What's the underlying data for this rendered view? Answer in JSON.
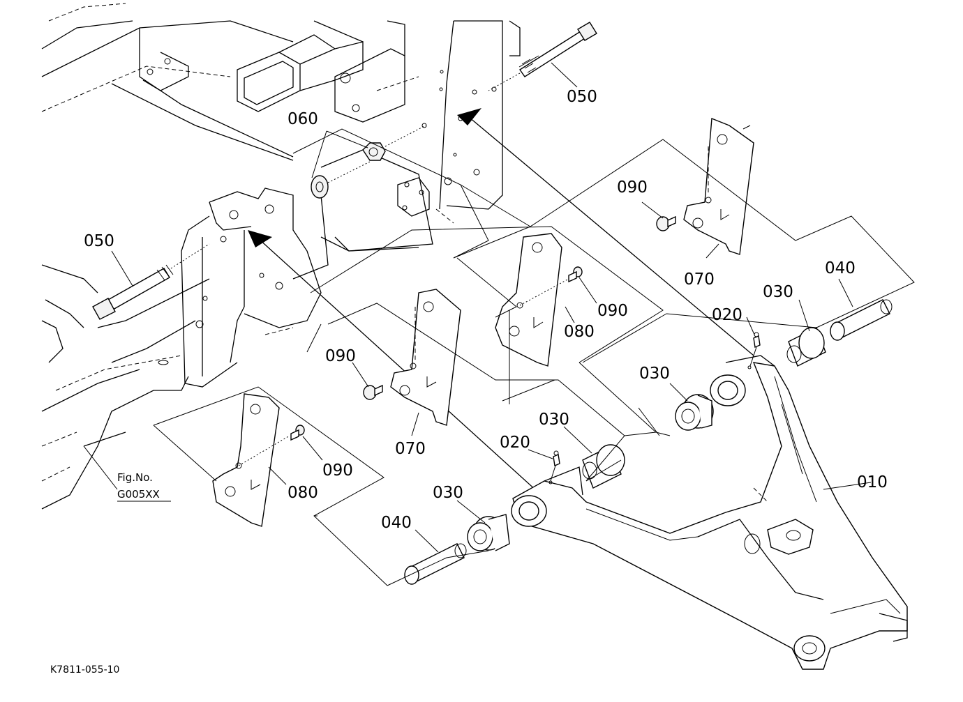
{
  "labels": {
    "p010": "010",
    "p020a": "020",
    "p020b": "020",
    "p030a": "030",
    "p030b": "030",
    "p030c": "030",
    "p030d": "030",
    "p040a": "040",
    "p040b": "040",
    "p050a": "050",
    "p050b": "050",
    "p060": "060",
    "p070a": "070",
    "p070b": "070",
    "p080a": "080",
    "p080b": "080",
    "p090a": "090",
    "p090b": "090",
    "p090c": "090",
    "p090d": "090"
  },
  "figref": {
    "line1": "Fig.No.",
    "line2": "G005XX"
  },
  "drawing_code": "K7811-055-10"
}
